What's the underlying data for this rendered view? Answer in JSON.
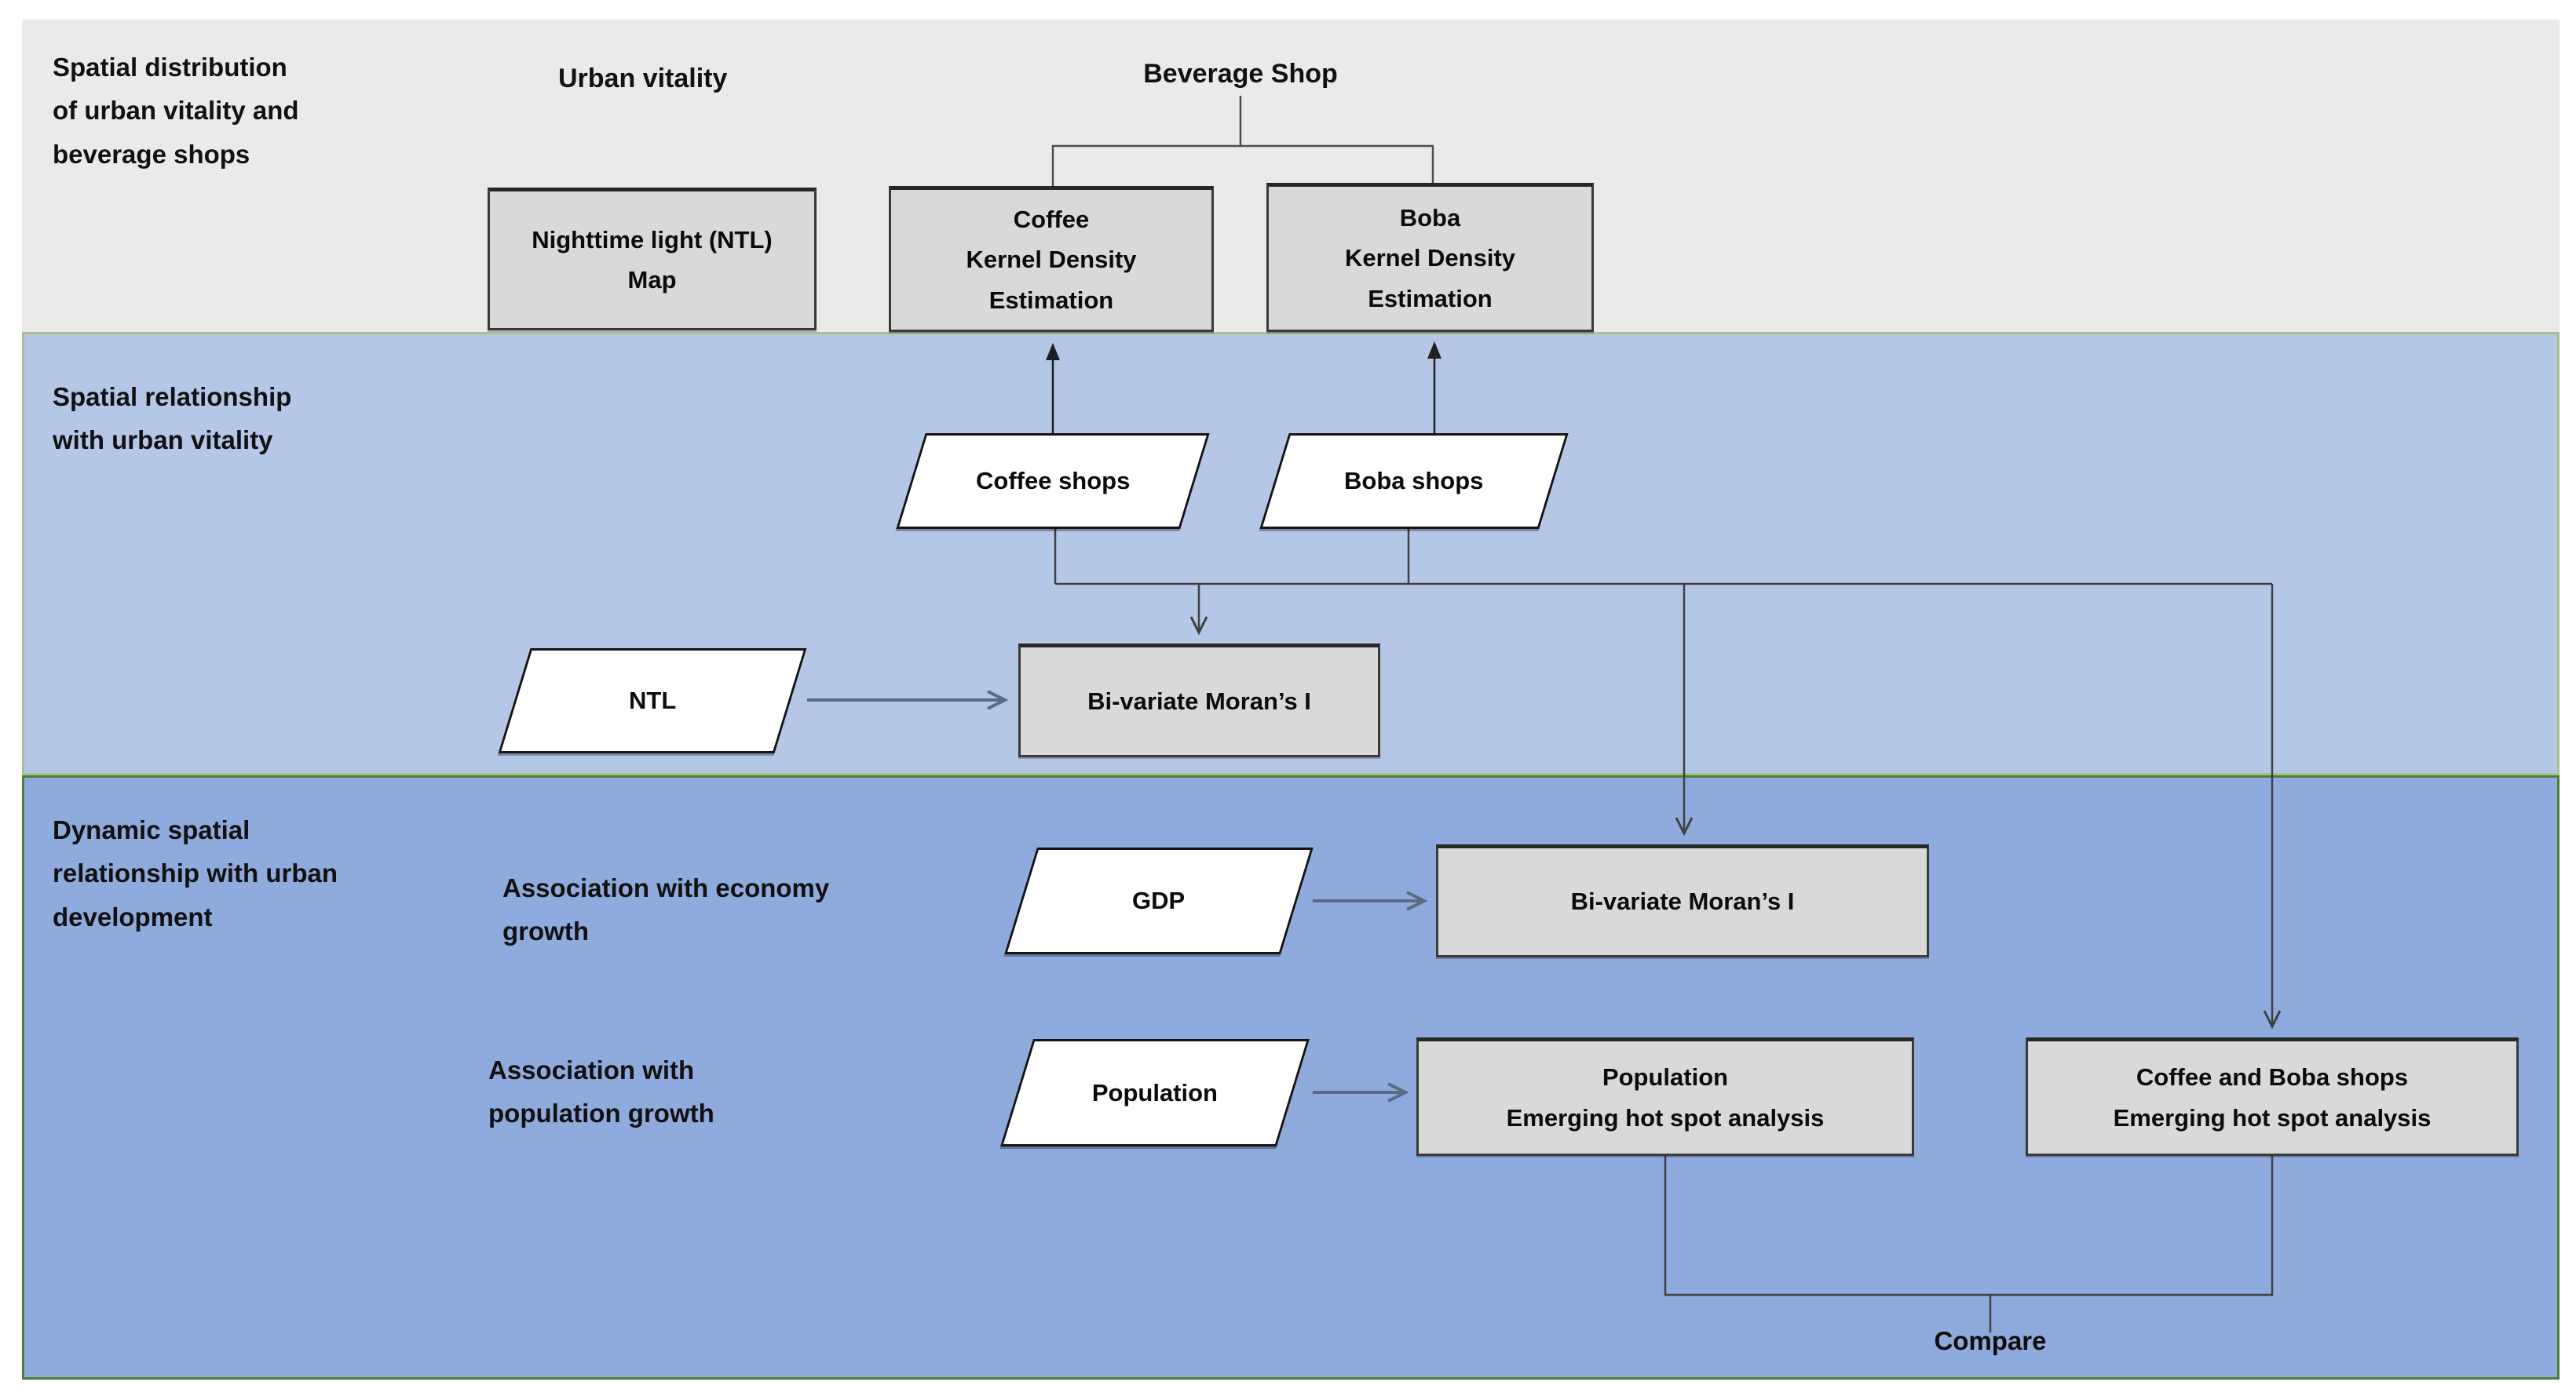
{
  "figure": {
    "band1": {
      "label": "Spatial distribution\nof urban vitality and\nbeverage shops",
      "urban_vitality": "Urban vitality",
      "beverage_shop": "Beverage Shop",
      "ntl_map": "Nighttime light (NTL)\nMap",
      "coffee_kde": "Coffee\nKernel Density\nEstimation",
      "boba_kde": "Boba\nKernel Density\nEstimation"
    },
    "band2": {
      "label": "Spatial relationship\nwith urban vitality",
      "coffee_shops": "Coffee shops",
      "boba_shops": "Boba shops",
      "ntl": "NTL",
      "bivariate_moran": "Bi-variate Moran’s I"
    },
    "band3": {
      "label": "Dynamic spatial\nrelationship with urban\ndevelopment",
      "economy_label": "Association with economy\ngrowth",
      "gdp": "GDP",
      "bivariate_moran": "Bi-variate Moran’s I",
      "population_label": "Association with\npopulation growth",
      "population": "Population",
      "population_ehsa": "Population\nEmerging hot spot analysis",
      "coffee_boba_ehsa": "Coffee and Boba shops\nEmerging hot spot analysis",
      "compare": "Compare"
    },
    "colors": {
      "band1_bg": "#ebeae8",
      "band2_bg": "#b4c7e7",
      "band3_bg": "#8faadc",
      "band2_border": "#a9c08c",
      "band3_border": "#4e7d33",
      "process_box_fill": "#d9d9d9",
      "process_box_border": "#3a3a3a",
      "connector_line": "#404040",
      "io_arrow": "#5b6b84"
    }
  }
}
